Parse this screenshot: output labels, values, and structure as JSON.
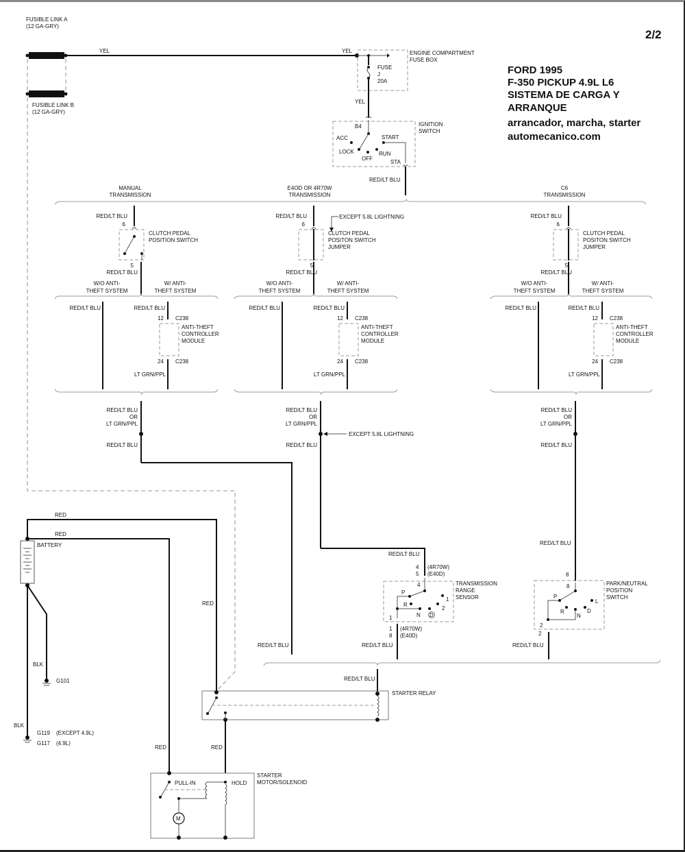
{
  "page_number": "2/2",
  "title_block": {
    "line1": "FORD 1995",
    "line2": "F-350 PICKUP 4.9L L6",
    "line3": "SISTEMA DE CARGA Y",
    "line4": "ARRANQUE",
    "line5": "arrancador, marcha, starter",
    "line6": "automecanico.com"
  },
  "fusible_links": {
    "a_name": "FUSIBLE LINK A",
    "a_spec": "(12 GA-GRY)",
    "b_name": "FUSIBLE LINK B",
    "b_spec": "(12 GA-GRY)",
    "wire": "YEL"
  },
  "fuse_box": {
    "name1": "ENGINE COMPARTMENT",
    "name2": "FUSE BOX",
    "wire_in": "YEL",
    "fuse_label": "FUSE",
    "fuse_id": "J",
    "fuse_rating": "20A",
    "wire_out": "YEL"
  },
  "ignition_switch": {
    "name1": "IGNITION",
    "name2": "SWITCH",
    "pin_in": "B4",
    "positions": [
      "ACC",
      "LOCK",
      "OFF",
      "RUN",
      "START"
    ],
    "pin_out": "STA",
    "wire_out": "RED/LT BLU"
  },
  "transmission_groups": [
    {
      "label1": "MANUAL",
      "label2": "TRANSMISSION",
      "wire_in": "RED/LT BLU",
      "pin_in": "6",
      "component1": "CLUTCH PEDAL",
      "component2": "POSITION SWITCH",
      "component3": "",
      "pin_out": "5",
      "wire_out": "RED/LT BLU",
      "note": ""
    },
    {
      "label1": "E4OD OR 4R70W",
      "label2": "TRANSMISSION",
      "wire_in": "RED/LT BLU",
      "pin_in": "6",
      "component1": "CLUTCH PEDAL",
      "component2": "POSITON SWITCH",
      "component3": "JUMPER",
      "pin_out": "5",
      "wire_out": "RED/LT BLU",
      "note": "EXCEPT 5.8L LIGHTNING"
    },
    {
      "label1": "C6",
      "label2": "TRANSMISSION",
      "wire_in": "RED/LT BLU",
      "pin_in": "6",
      "component1": "CLUTCH PEDAL",
      "component2": "POSITON SWITCH",
      "component3": "JUMPER",
      "pin_out": "5",
      "wire_out": "RED/LT BLU",
      "note": ""
    }
  ],
  "anti_theft": {
    "wo_label1": "W/O ANTI-",
    "wo_label2": "THEFT SYSTEM",
    "w_label1": "W/ ANTI-",
    "w_label2": "THEFT SYSTEM",
    "wire_wo": "RED/LT BLU",
    "wire_in": "RED/LT BLU",
    "pin_in": "12",
    "connector_in": "C238",
    "module1": "ANTI-THEFT",
    "module2": "CONTROLLER",
    "module3": "MODULE",
    "pin_out": "24",
    "connector_out": "C238",
    "wire_out": "LT GRN/PPL"
  },
  "merge": {
    "wire1": "RED/LT BLU",
    "or": "OR",
    "wire2": "LT GRN/PPL",
    "wire_after": "RED/LT BLU",
    "note": "EXCEPT 5.8L LIGHTNING"
  },
  "battery": {
    "name": "BATTERY",
    "wire1": "RED",
    "wire2": "RED",
    "wire_right": "RED",
    "gnd_wire1": "BLK",
    "gnd1": "G101",
    "gnd_wire2": "BLK",
    "gnd2": "G119",
    "gnd2_note": "(EXCEPT 4.9L)",
    "gnd3": "G117",
    "gnd3_note": "(4.9L)"
  },
  "trs": {
    "wire_in": "RED/LT BLU",
    "pin_in_a": "4",
    "pin_in_a_note": "(4R70W)",
    "pin_in_b": "5",
    "pin_in_b_note": "(E40D)",
    "name1": "TRANSMISSION",
    "name2": "RANGE",
    "name3": "SENSOR",
    "inner_pin_top": "4",
    "inner_pin_bottom": "1",
    "positions": [
      "P",
      "R",
      "N",
      "D",
      "1",
      "2"
    ],
    "pin_out_a": "1",
    "pin_out_a_note": "(4R70W)",
    "pin_out_b": "8",
    "pin_out_b_note": "(E40D)",
    "wire_out": "RED/LT BLU"
  },
  "pnp": {
    "wire_in": "RED/LT BLU",
    "pin_in": "8",
    "inner_pin_top": "8",
    "name1": "PARK/NEUTRAL",
    "name2": "POSITION",
    "name3": "SWITCH",
    "positions": [
      "P",
      "R",
      "N",
      "D",
      "L"
    ],
    "inner_pin_bottom": "2",
    "pin_out": "2",
    "wire_out": "RED/LT BLU"
  },
  "bottom_bus": {
    "wire_left": "RED/LT BLU",
    "wire_mid": "RED/LT BLU",
    "wire_right": "RED/LT BLU",
    "wire_relay": "RED/LT BLU"
  },
  "starter_relay": {
    "name": "STARTER RELAY",
    "wire_out": "RED"
  },
  "starter_motor": {
    "name1": "STARTER",
    "name2": "MOTOR/SOLENOID",
    "wire_left": "RED",
    "pull_in": "PULL-IN",
    "hold": "HOLD",
    "motor": "M"
  }
}
